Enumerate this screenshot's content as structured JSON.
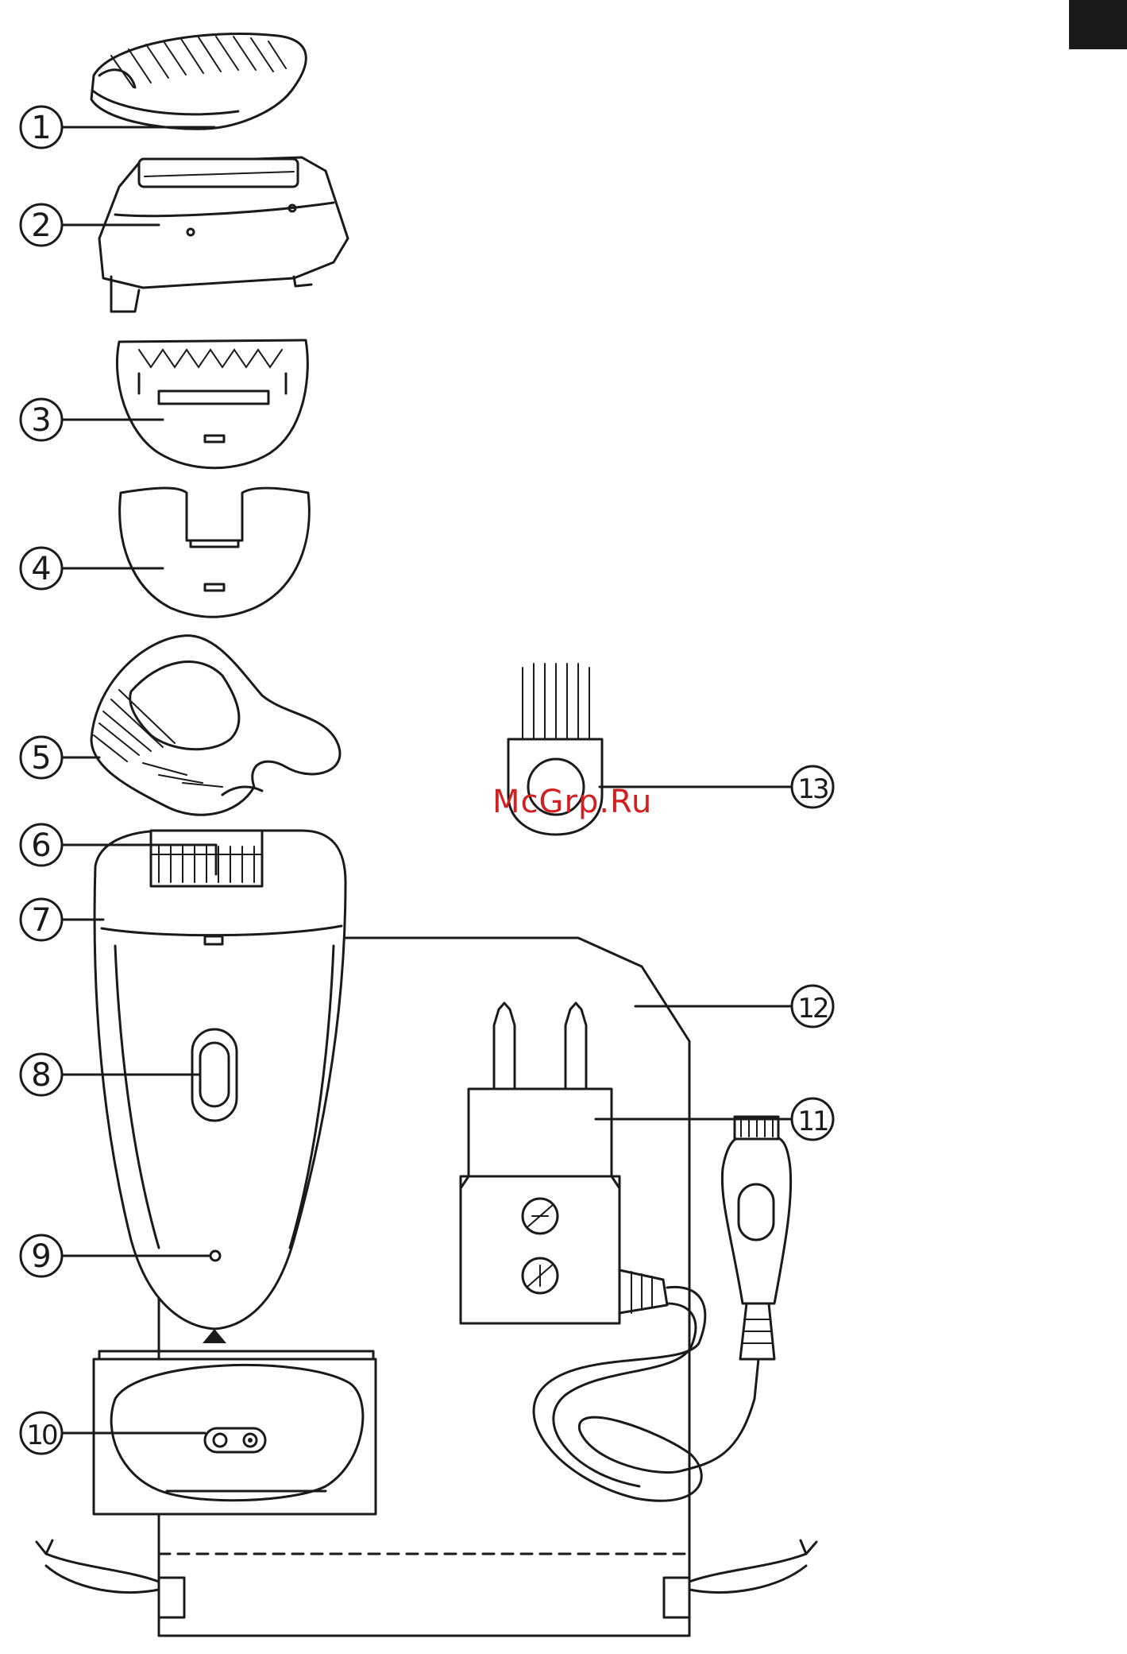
{
  "diagram": {
    "callouts": [
      {
        "number": "1",
        "part": "comb"
      },
      {
        "number": "2",
        "part": "shaving-head"
      },
      {
        "number": "3",
        "part": "skin-stretcher"
      },
      {
        "number": "4",
        "part": "efficiency-cap"
      },
      {
        "number": "5",
        "part": "massage-cap"
      },
      {
        "number": "6",
        "part": "epilating-discs"
      },
      {
        "number": "7",
        "part": "epilating-head"
      },
      {
        "number": "8",
        "part": "on-off-slide"
      },
      {
        "number": "9",
        "part": "charging-light"
      },
      {
        "number": "10",
        "part": "socket"
      },
      {
        "number": "11",
        "part": "adapter"
      },
      {
        "number": "12",
        "part": "pouch"
      },
      {
        "number": "13",
        "part": "cleaning-brush"
      }
    ]
  },
  "watermark": "McGrp.Ru",
  "colors": {
    "line": "#1a1a1a",
    "background": "#ffffff",
    "watermark": "#d21f1f"
  }
}
